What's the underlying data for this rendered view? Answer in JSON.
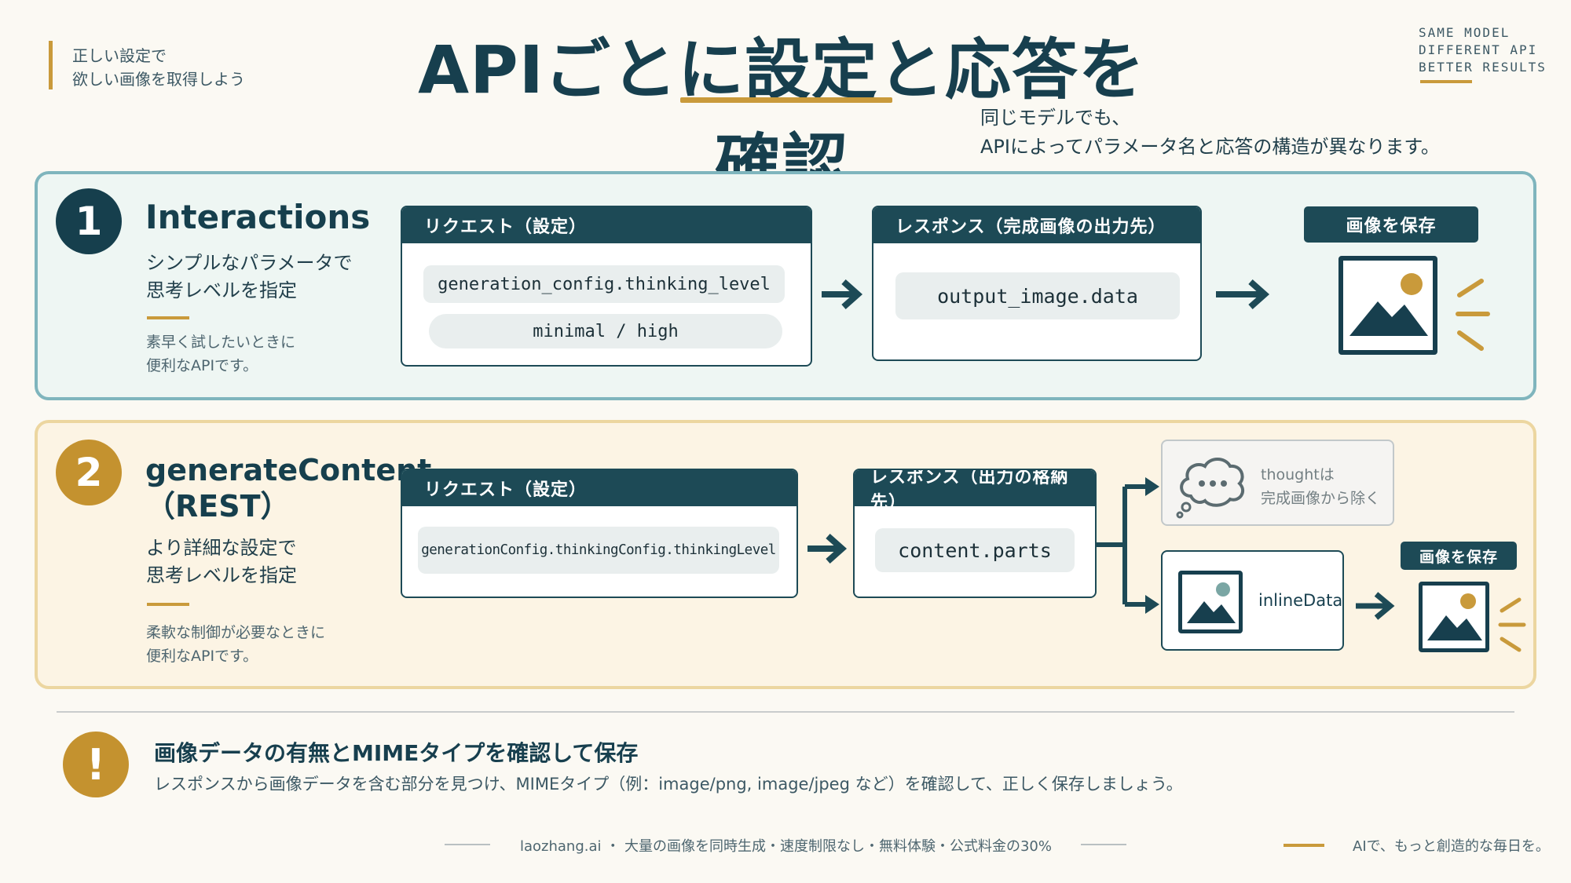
{
  "header": {
    "tagline_line1": "正しい設定で",
    "tagline_line2": "欲しい画像を取得しよう",
    "title": "APIごとに設定と応答を確認",
    "corner_note_line1": "SAME MODEL",
    "corner_note_line2": "DIFFERENT API",
    "corner_note_line3": "BETTER RESULTS",
    "subtitle_line1": "同じモデルでも、",
    "subtitle_line2": "APIによってパラメータ名と応答の構造が異なります。"
  },
  "sections": [
    {
      "number": "1",
      "name": "Interactions",
      "desc_line1": "シンプルなパラメータで",
      "desc_line2": "思考レベルを指定",
      "note_line1": "素早く試したいときに",
      "note_line2": "便利なAPIです。",
      "request": {
        "header": "リクエスト（設定）",
        "param": "generation_config.thinking_level",
        "values": "minimal / high"
      },
      "response": {
        "header": "レスポンス（完成画像の出力先）",
        "field": "output_image.data"
      },
      "save_label": "画像を保存"
    },
    {
      "number": "2",
      "name_line1": "generateContent",
      "name_line2": "（REST）",
      "desc_line1": "より詳細な設定で",
      "desc_line2": "思考レベルを指定",
      "note_line1": "柔軟な制御が必要なときに",
      "note_line2": "便利なAPIです。",
      "request": {
        "header": "リクエスト（設定）",
        "param": "generationConfig.thinkingConfig.thinkingLevel"
      },
      "response": {
        "header": "レスポンス（出力の格納先）",
        "field": "content.parts"
      },
      "thought_line1": "thoughtは",
      "thought_line2": "完成画像から除く",
      "inline_label": "inlineData",
      "save_label": "画像を保存"
    }
  ],
  "warning": {
    "icon": "!",
    "title": "画像データの有無とMIMEタイプを確認して保存",
    "body": "レスポンスから画像データを含む部分を見つけ、MIMEタイプ（例：image/png, image/jpeg など）を確認して、正しく保存しましょう。"
  },
  "footer": {
    "center": "laozhang.ai ・ 大量の画像を同時生成・速度制限なし・無料体験・公式料金の30%",
    "right": "AIで、もっと創造的な毎日を。"
  },
  "colors": {
    "navy": "#1d4a56",
    "gold": "#c99a3b",
    "panel1_bg": "#eef6f3",
    "panel2_bg": "#fcf4e4"
  }
}
